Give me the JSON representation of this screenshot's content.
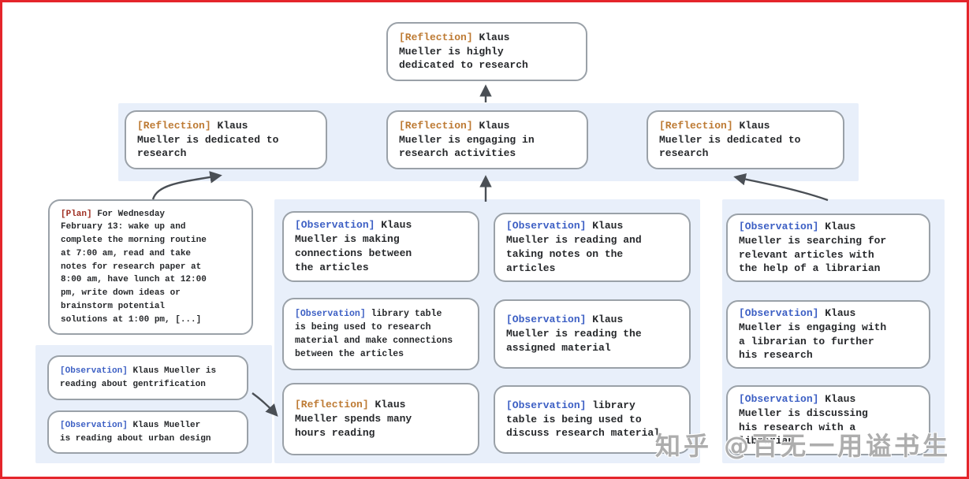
{
  "colors": {
    "page_border": "#e4252b",
    "band_background": "#e8effa",
    "node_background": "#ffffff",
    "node_border": "#9aa1a8",
    "reflection_tag": "#bd7a33",
    "observation_tag": "#3c5fc4",
    "plan_tag": "#9e2d20",
    "body_text": "#26282b",
    "arrow": "#4a4f55",
    "watermark": "#969696"
  },
  "nodes": {
    "top_reflection": {
      "tag": "[Reflection]",
      "text": "Klaus\nMueller is highly\ndedicated to research"
    },
    "reflection_left": {
      "tag": "[Reflection]",
      "text": "Klaus\nMueller is dedicated to\nresearch"
    },
    "reflection_middle": {
      "tag": "[Reflection]",
      "text": "Klaus\nMueller is engaging in\nresearch activities"
    },
    "reflection_right": {
      "tag": "[Reflection]",
      "text": "Klaus\nMueller is dedicated to\nresearch"
    },
    "plan": {
      "tag": "[Plan]",
      "text": "For Wednesday\nFebruary 13: wake up and\ncomplete the morning routine\nat 7:00 am, read and take\nnotes for research paper at\n8:00 am, have lunch at 12:00\npm, write down ideas or\nbrainstorm potential\nsolutions at 1:00 pm, [...]"
    },
    "obs_gentrification": {
      "tag": "[Observation]",
      "text": "Klaus Mueller is\nreading about gentrification"
    },
    "obs_urban_design": {
      "tag": "[Observation]",
      "text": "Klaus Mueller\nis reading about urban design"
    },
    "obs_connections": {
      "tag": "[Observation]",
      "text": "Klaus\nMueller is making\nconnections between\nthe articles"
    },
    "obs_library_research": {
      "tag": "[Observation]",
      "text": "library table\nis being used to research\nmaterial and make connections\nbetween the articles"
    },
    "reflection_hours_reading": {
      "tag": "[Reflection]",
      "text": "Klaus\nMueller spends many\nhours reading"
    },
    "obs_taking_notes": {
      "tag": "[Observation]",
      "text": "Klaus\nMueller is reading and\ntaking notes on the\narticles"
    },
    "obs_assigned_material": {
      "tag": "[Observation]",
      "text": "Klaus\nMueller is reading the\nassigned material"
    },
    "obs_library_discuss": {
      "tag": "[Observation]",
      "text": "library\ntable is being used to\ndiscuss research material"
    },
    "obs_librarian_search": {
      "tag": "[Observation]",
      "text": "Klaus\nMueller is searching for\nrelevant articles with\nthe help of a librarian"
    },
    "obs_librarian_engage": {
      "tag": "[Observation]",
      "text": "Klaus\nMueller is engaging with\na librarian to further\nhis research"
    },
    "obs_librarian_discuss": {
      "tag": "[Observation]",
      "text": "Klaus\nMueller is discussing\nhis research with a\nlibrarian"
    }
  },
  "watermark": {
    "text": "知乎 @百无一用谥书生"
  }
}
